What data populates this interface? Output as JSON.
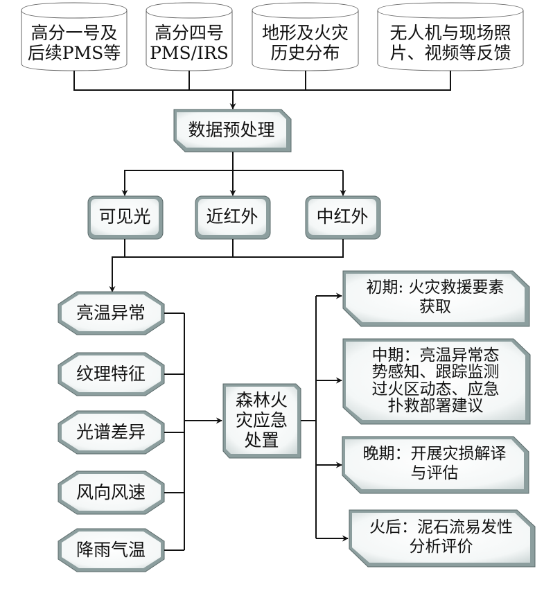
{
  "diagram": {
    "sources": [
      {
        "id": "src-gf1",
        "label": "高分一号及\n后续PMS等"
      },
      {
        "id": "src-gf4",
        "label": "高分四号\nPMS/IRS"
      },
      {
        "id": "src-terrain",
        "label": "地形及火灾\n历史分布"
      },
      {
        "id": "src-uav",
        "label": "无人机与现场照\n片、视频等反馈"
      }
    ],
    "preprocess": {
      "id": "preprocess",
      "label": "数据预处理"
    },
    "bands": [
      {
        "id": "band-visible",
        "label": "可见光"
      },
      {
        "id": "band-nir",
        "label": "近红外"
      },
      {
        "id": "band-mir",
        "label": "中红外"
      }
    ],
    "features": [
      {
        "id": "feat-bt",
        "label": "亮温异常"
      },
      {
        "id": "feat-texture",
        "label": "纹理特征"
      },
      {
        "id": "feat-spectral",
        "label": "光谱差异"
      },
      {
        "id": "feat-wind",
        "label": "风向风速"
      },
      {
        "id": "feat-rain",
        "label": "降雨气温"
      }
    ],
    "center": {
      "id": "center",
      "label": "森林火\n灾应急\n处置"
    },
    "stages": [
      {
        "id": "stage-early",
        "label": "初期: 火灾救援要素\n获取"
      },
      {
        "id": "stage-mid",
        "label": "中期：亮温异常态\n势感知、跟踪监测\n过火区动态、应急\n扑救部署建议"
      },
      {
        "id": "stage-late",
        "label": "晚期：开展灾损解译\n与评估"
      },
      {
        "id": "stage-post",
        "label": "火后：泥石流易发性\n分析评价"
      }
    ],
    "colors": {
      "line": "#111111",
      "shape_light": "#ffffff",
      "shape_mid": "#d8e0e0",
      "shape_dark": "#7e9090",
      "border": "#5a6a6a"
    }
  }
}
